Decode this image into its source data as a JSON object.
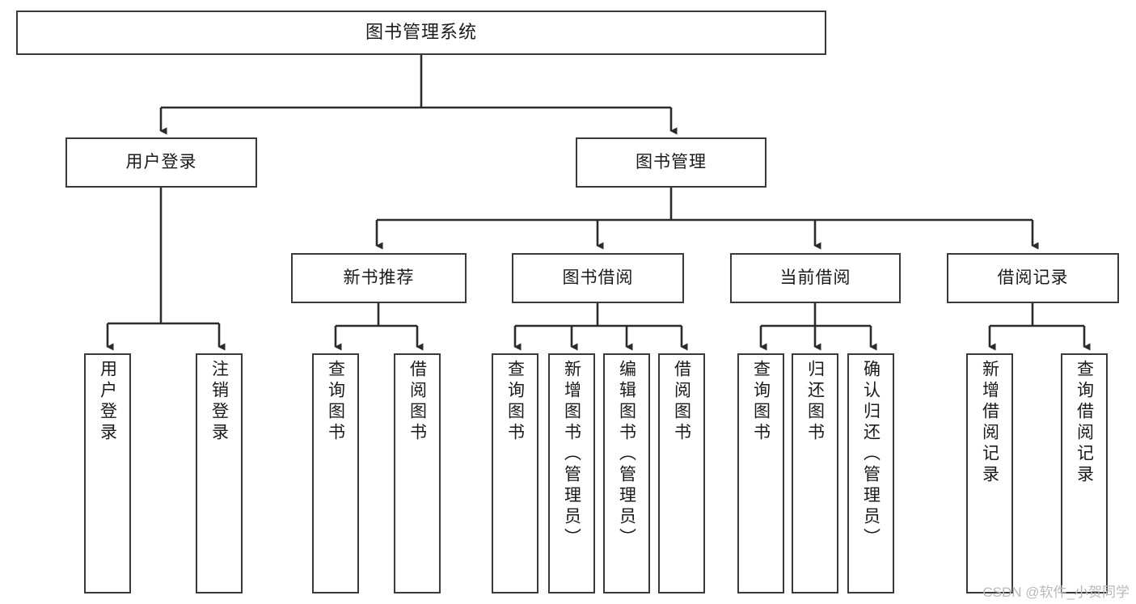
{
  "diagram": {
    "title": "图书管理系统",
    "type": "tree-hierarchy-chart",
    "orientation": "top-down",
    "colors": {
      "node_border": "#3a3a3a",
      "node_fill": "#ffffff",
      "edge": "#2b2b2b",
      "text": "#1a1a1a",
      "watermark": "#b9b9b9"
    },
    "root": {
      "label": "图书管理系统"
    },
    "level2": [
      {
        "label": "用户登录"
      },
      {
        "label": "图书管理"
      }
    ],
    "level3": [
      {
        "label": "新书推荐"
      },
      {
        "label": "图书借阅"
      },
      {
        "label": "当前借阅"
      },
      {
        "label": "借阅记录"
      }
    ],
    "leaves": {
      "user_login": [
        {
          "label": "用户登录"
        },
        {
          "label": "注销登录"
        }
      ],
      "new_book_recommend": [
        {
          "label": "查询图书"
        },
        {
          "label": "借阅图书"
        }
      ],
      "book_borrow": [
        {
          "label": "查询图书"
        },
        {
          "label": "新增图书（管理员）"
        },
        {
          "label": "编辑图书（管理员）"
        },
        {
          "label": "借阅图书"
        }
      ],
      "current_borrow": [
        {
          "label": "查询图书"
        },
        {
          "label": "归还图书"
        },
        {
          "label": "确认归还（管理员）"
        }
      ],
      "borrow_record": [
        {
          "label": "新增借阅记录"
        },
        {
          "label": "查询借阅记录"
        }
      ]
    }
  },
  "watermark": {
    "text": "CSDN @软件_小贺同学"
  }
}
